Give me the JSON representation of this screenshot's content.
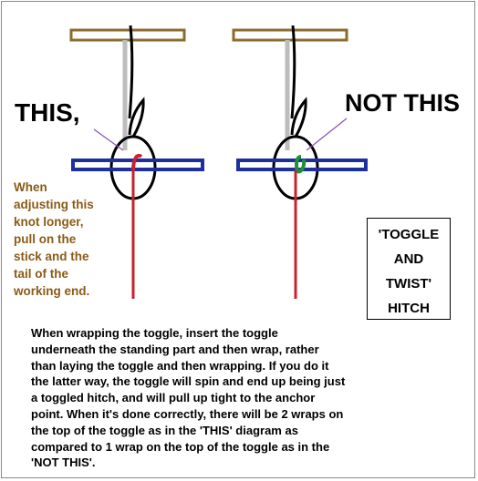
{
  "labels": {
    "this": "THIS,",
    "not_this": "NOT THIS"
  },
  "side_note": [
    "When",
    "adjusting this",
    "knot longer,",
    "pull on the",
    "stick and the",
    "tail of the",
    "working end."
  ],
  "title_box": [
    "'TOGGLE",
    "AND",
    "TWIST'",
    "HITCH"
  ],
  "explanation": [
    "When wrapping the toggle, insert the toggle",
    "underneath the standing part and then wrap, rather",
    "than laying the toggle and then wrapping. If you do it",
    "the latter way, the toggle will spin and end up being just",
    "a toggled hitch, and will pull up tight to the anchor",
    "point. When it's done correctly, there will be 2 wraps on",
    "the top of the toggle as in the 'THIS' diagram as",
    "compared to 1 wrap on the top of the toggle as in the",
    "'NOT THIS'."
  ],
  "colors": {
    "anchor_bar": "#8b6b2e",
    "toggle": "#1c2fa0",
    "standing_part": "#bdbdbd",
    "working_end": "#c8232c",
    "loop": "#000000",
    "wrap_not_this": "#1f8f3a",
    "arrow": "#8a4fb8",
    "note_text": "#8b5a16"
  }
}
